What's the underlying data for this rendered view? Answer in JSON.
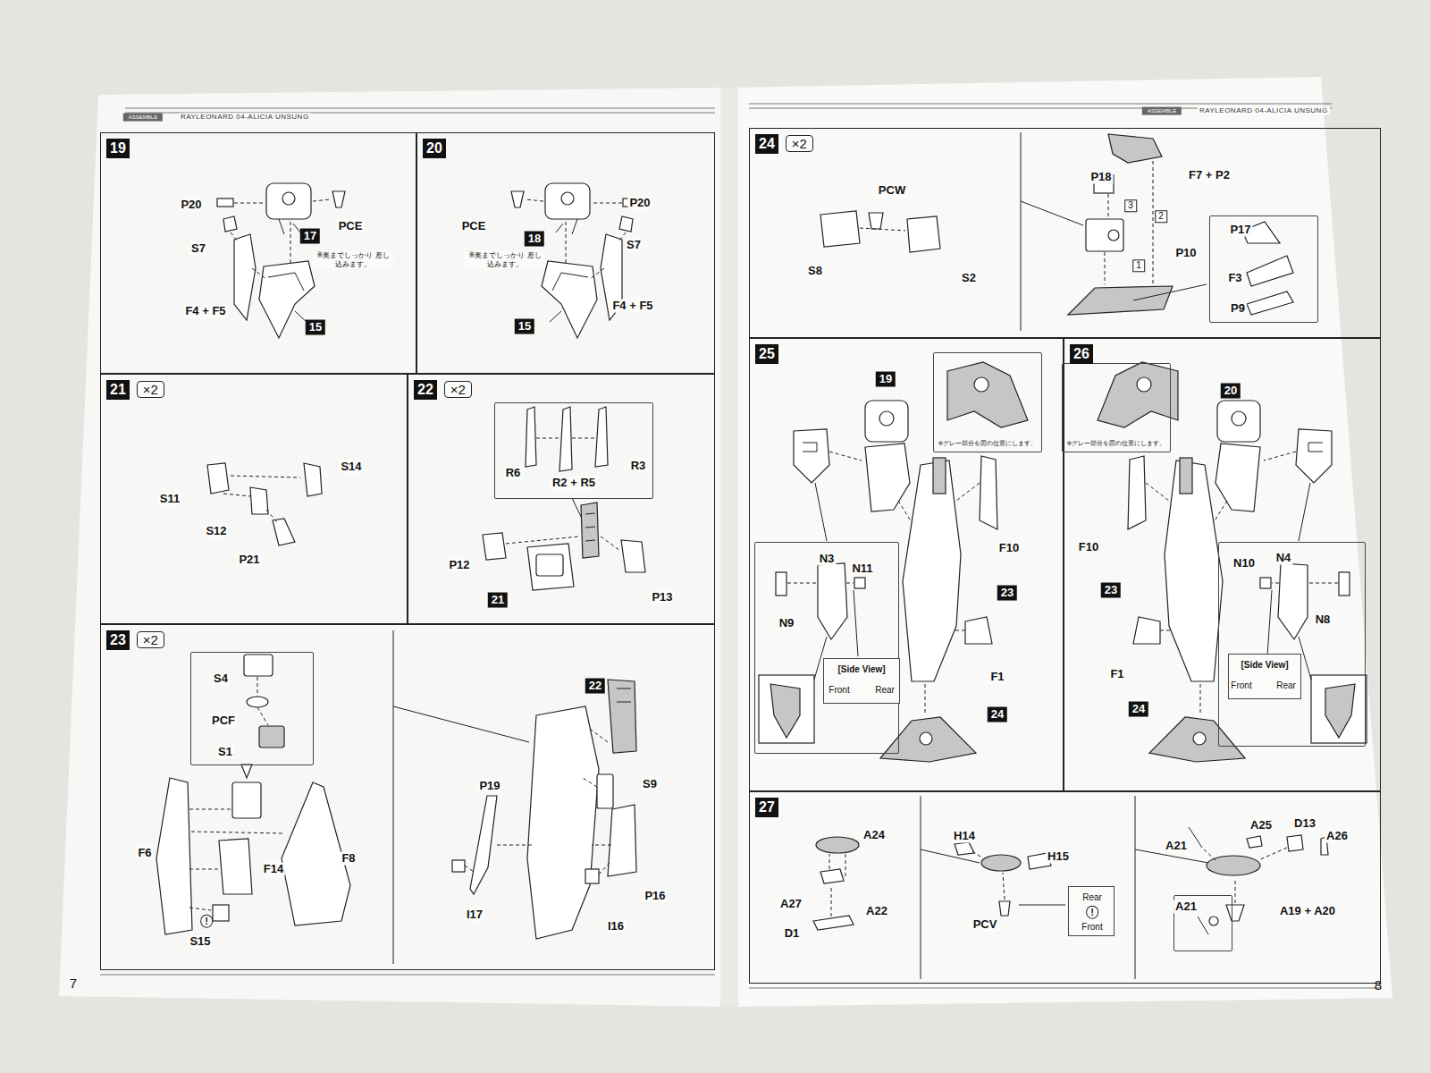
{
  "diagram": {
    "nodes": [
      {
        "text": [
          "19"
        ]
      },
      {
        "text": [
          "20"
        ]
      },
      {
        "text": [
          "21",
          "×2"
        ]
      },
      {
        "text": [
          "22",
          "×2"
        ]
      },
      {
        "text": [
          "R6",
          "R2 + R5",
          "R3"
        ],
        "in": 3
      },
      {
        "text": [
          "23",
          "×2"
        ]
      },
      {
        "text": [
          "S4",
          "PCF",
          "S1"
        ],
        "in": 5
      },
      {
        "text": [
          "24",
          "×2"
        ]
      },
      {
        "text": [
          "P17",
          "F3",
          "P9"
        ],
        "in": 7
      },
      {
        "text": [
          "25"
        ]
      },
      {
        "text": [
          "※グレー部分を図の位置にします。"
        ],
        "in": 9
      },
      {
        "text": [
          "N3",
          "N11",
          "N9"
        ],
        "in": 9
      },
      {
        "text": [
          "[Side View]",
          "Front",
          "Rear"
        ],
        "in": 11
      },
      {
        "text": [
          "26"
        ]
      },
      {
        "text": [
          "※グレー部分を図の位置にします。"
        ],
        "in": 13
      },
      {
        "text": [
          "N10",
          "N4",
          "N8"
        ],
        "in": 13
      },
      {
        "text": [
          "[Side View]",
          "Front",
          "Rear"
        ],
        "in": 15
      },
      {
        "text": [
          "27"
        ]
      },
      {
        "text": [
          "Rear",
          "!",
          "Front"
        ],
        "in": 17
      },
      {
        "text": [
          "A21"
        ],
        "in": 17
      }
    ],
    "labels": [
      "ASSEMBLE",
      "RAYLEONARD 04-ALICIA UNSUNG",
      "17",
      "P20",
      "PCE",
      "S7",
      "※奥までしっかり 差し込みます。",
      "F4 + F5",
      "15",
      "18",
      "P20",
      "PCE",
      "S7",
      "※奥までしっかり 差し込みます。",
      "F4 + F5",
      "15",
      "S14",
      "S11",
      "S12",
      "P21",
      "P12",
      "21",
      "P13",
      "F6",
      "F14",
      "F8",
      "!",
      "S15",
      "22",
      "P19",
      "S9",
      "I17",
      "P16",
      "I16",
      "ASSEMBLE",
      "RAYLEONARD 04-ALICIA UNSUNG",
      "PCW",
      "S8",
      "S2",
      "P18",
      "F7 + P2",
      "3",
      "2",
      "1",
      "P10",
      "19",
      "F10",
      "23",
      "F1",
      "24",
      "20",
      "F10",
      "23",
      "F1",
      "24",
      "A24",
      "A27",
      "A22",
      "D1",
      "H14",
      "H15",
      "PCV",
      "A21",
      "A25",
      "D13",
      "A26",
      "A19 + A20",
      "7",
      "8"
    ]
  }
}
